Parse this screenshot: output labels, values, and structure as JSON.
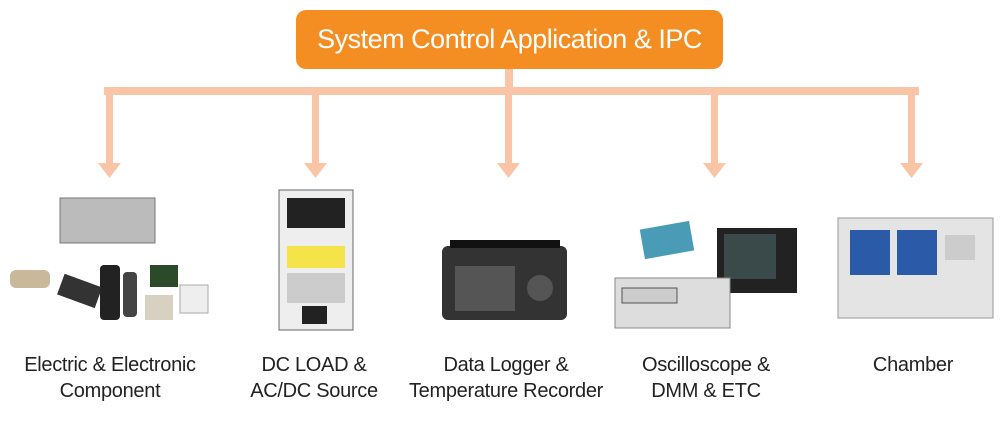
{
  "title": "System Control Application & IPC",
  "colors": {
    "accent": "#f58e22",
    "connector": "#f9c5a6"
  },
  "nodes": [
    {
      "line1": "Electric & Electronic",
      "line2": "Component"
    },
    {
      "line1": "DC LOAD &",
      "line2": "AC/DC Source"
    },
    {
      "line1": "Data Logger &",
      "line2": "Temperature Recorder"
    },
    {
      "line1": "Oscilloscope &",
      "line2": "DMM & ETC"
    },
    {
      "line1": "Chamber",
      "line2": ""
    }
  ]
}
